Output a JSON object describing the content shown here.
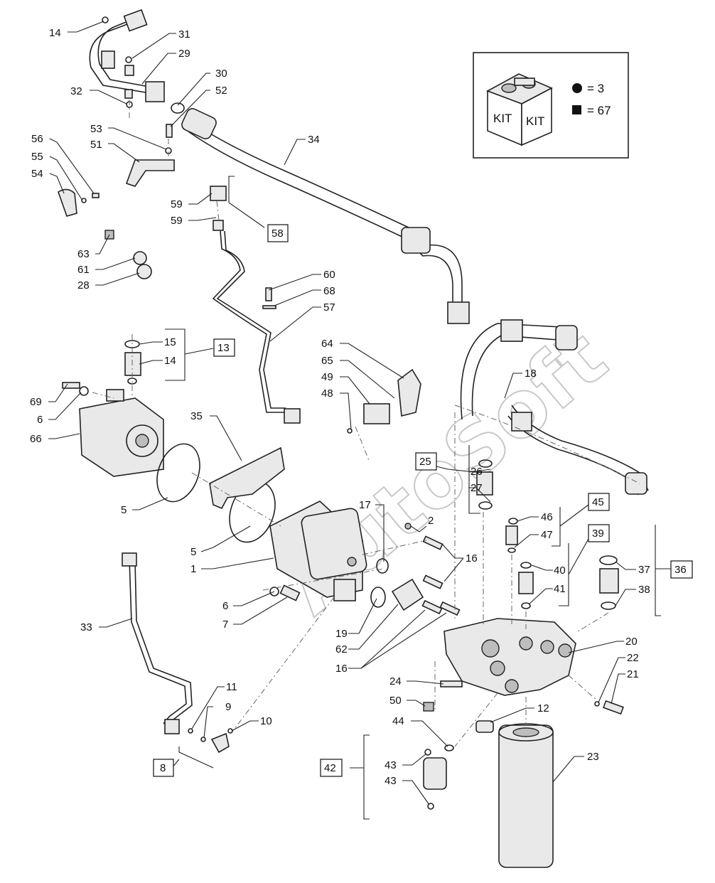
{
  "watermark": "AutoSoft",
  "kit_legend": {
    "badge_left": "KIT",
    "badge_right": "KIT",
    "circle_text": "= 3",
    "square_text": "= 67"
  },
  "callouts": [
    "14",
    "31",
    "29",
    "32",
    "30",
    "52",
    "53",
    "51",
    "56",
    "55",
    "54",
    "34",
    "59",
    "59",
    "58",
    "63",
    "61",
    "28",
    "60",
    "68",
    "57",
    "15",
    "13",
    "14",
    "69",
    "6",
    "66",
    "64",
    "65",
    "49",
    "48",
    "18",
    "35",
    "5",
    "25",
    "26",
    "27",
    "46",
    "45",
    "47",
    "39",
    "5",
    "1",
    "17",
    "2",
    "16",
    "40",
    "41",
    "37",
    "36",
    "38",
    "6",
    "7",
    "33",
    "19",
    "62",
    "16",
    "20",
    "22",
    "21",
    "24",
    "50",
    "11",
    "9",
    "10",
    "12",
    "44",
    "8",
    "42",
    "43",
    "43",
    "23"
  ],
  "boxed_callouts": [
    "58",
    "13",
    "25",
    "45",
    "39",
    "36",
    "8",
    "42"
  ]
}
